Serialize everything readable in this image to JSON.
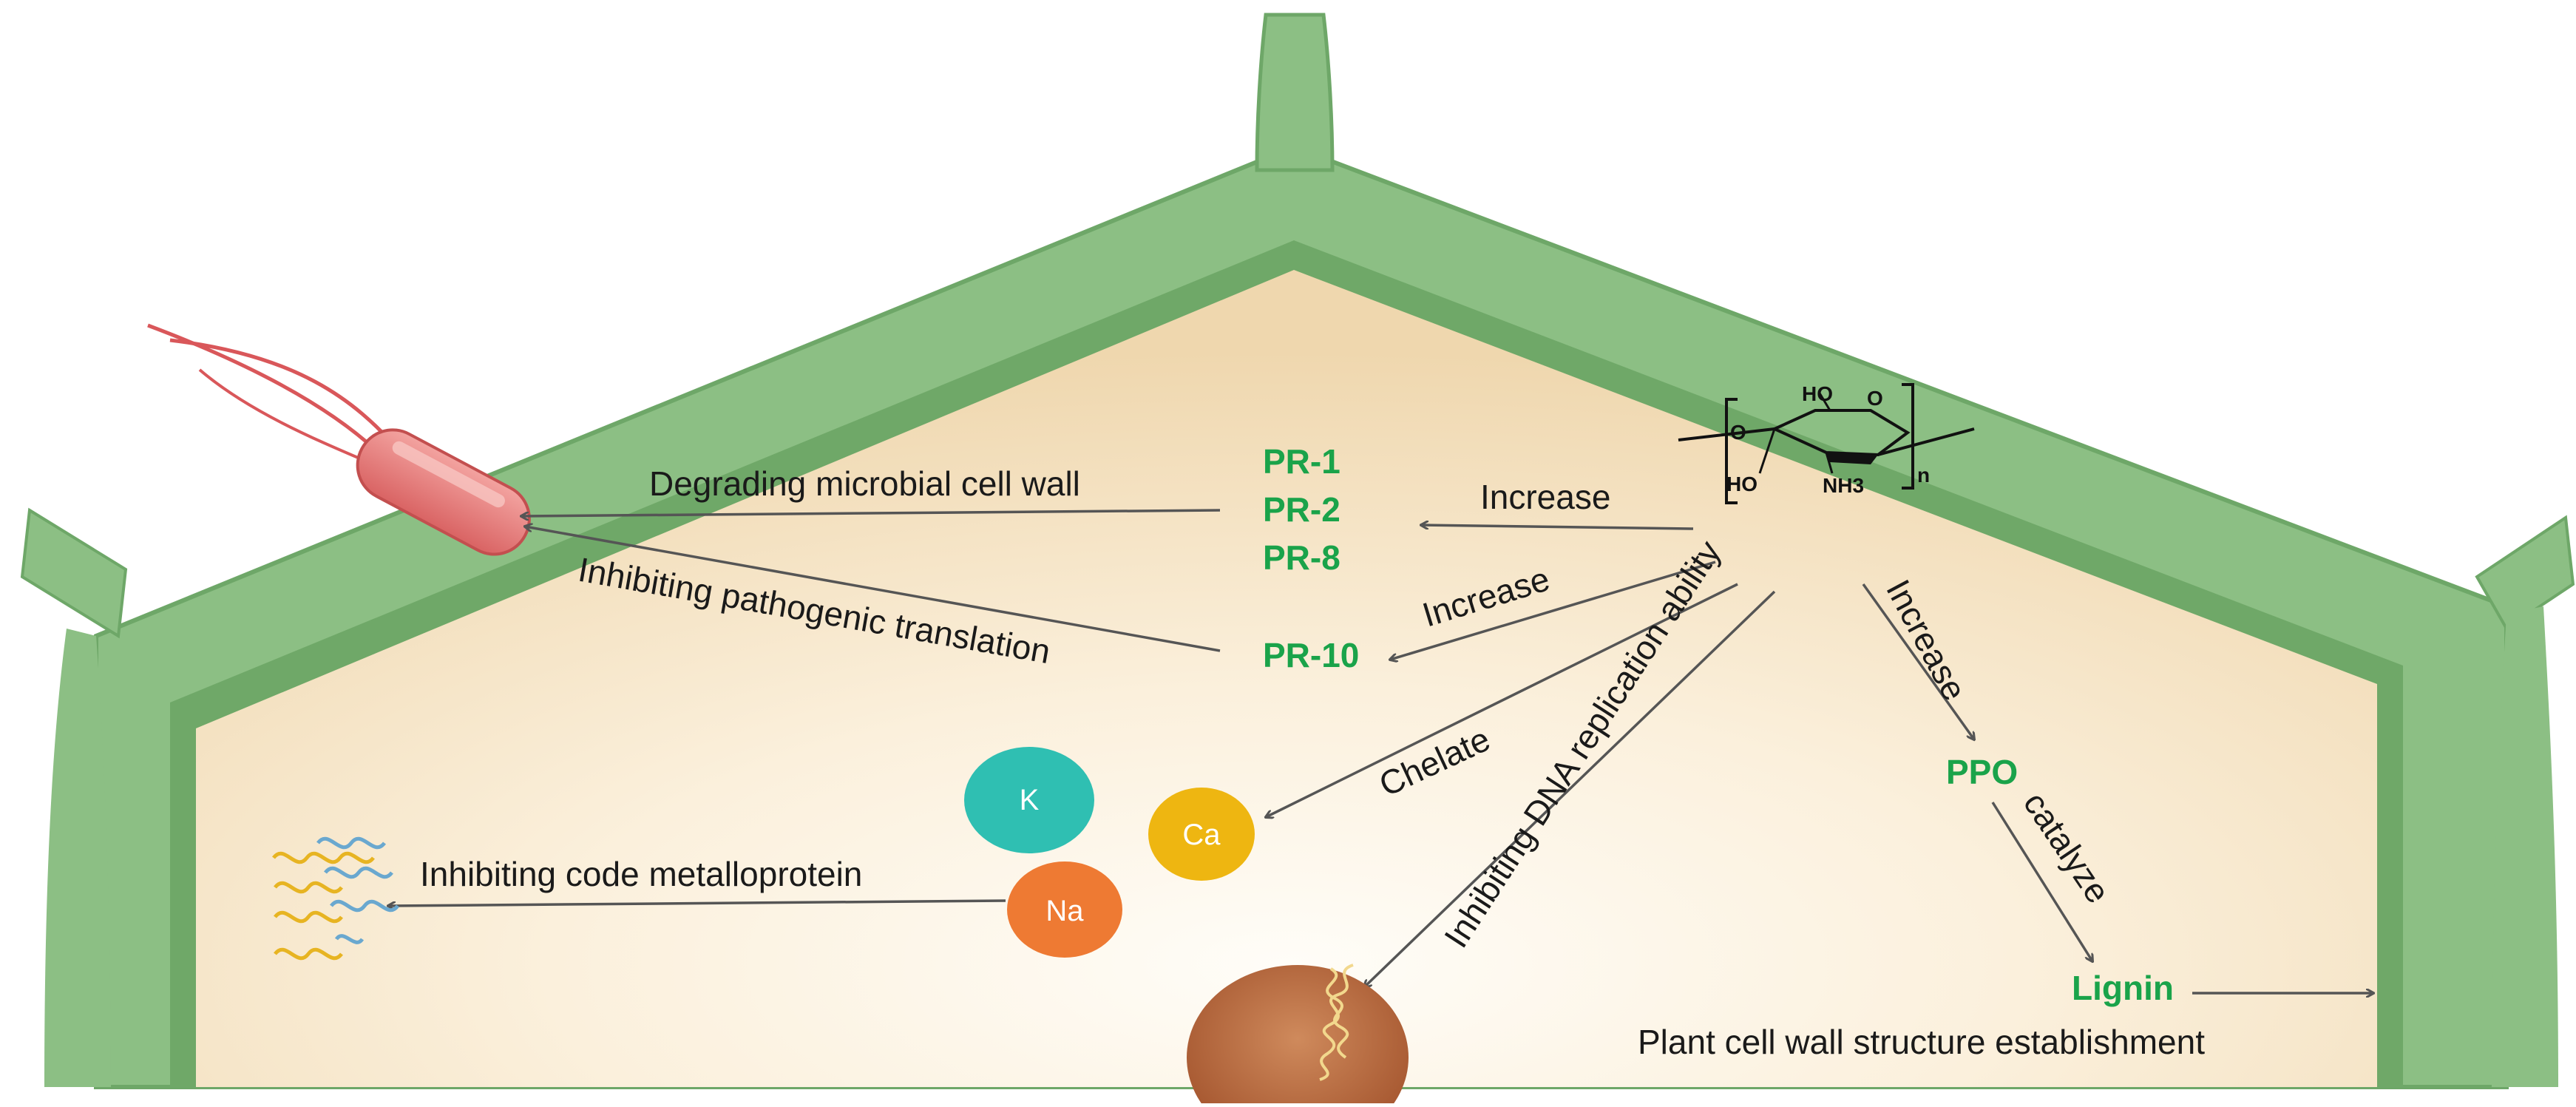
{
  "labels": {
    "degrading": "Degrading microbial cell wall",
    "inhibiting_translation": "Inhibiting pathogenic translation",
    "increase_1": "Increase",
    "increase_2": "Increase",
    "increase_3": "Increase",
    "chelate": "Chelate",
    "inhibiting_dna": "Inhibiting DNA replication ability",
    "catalyze": "catalyze",
    "inhibiting_metalloprotein": "Inhibiting code metalloprotein",
    "structure": "Plant cell wall structure establishment"
  },
  "proteins": {
    "pr1": "PR-1",
    "pr2": "PR-2",
    "pr8": "PR-8",
    "pr10": "PR-10",
    "ppo": "PPO",
    "lignin": "Lignin"
  },
  "ions": {
    "k": "K",
    "ca": "Ca",
    "na": "Na"
  },
  "chitosan": {
    "ho_top": "HO",
    "ho_left": "HO",
    "o_left": "O",
    "o_ring": "O",
    "nh3": "NH3",
    "n": "n"
  },
  "colors": {
    "cell_wall": "#8cbf84",
    "cell_wall_dark": "#5f9a5a",
    "cytoplasm": "#f5e4c4",
    "protein_text": "#1aa34a",
    "ion_k": "#2fbfb2",
    "ion_ca": "#eeb611",
    "ion_na": "#ee7a33",
    "nucleus": "#b9683e",
    "bacterium": "#e07272"
  }
}
